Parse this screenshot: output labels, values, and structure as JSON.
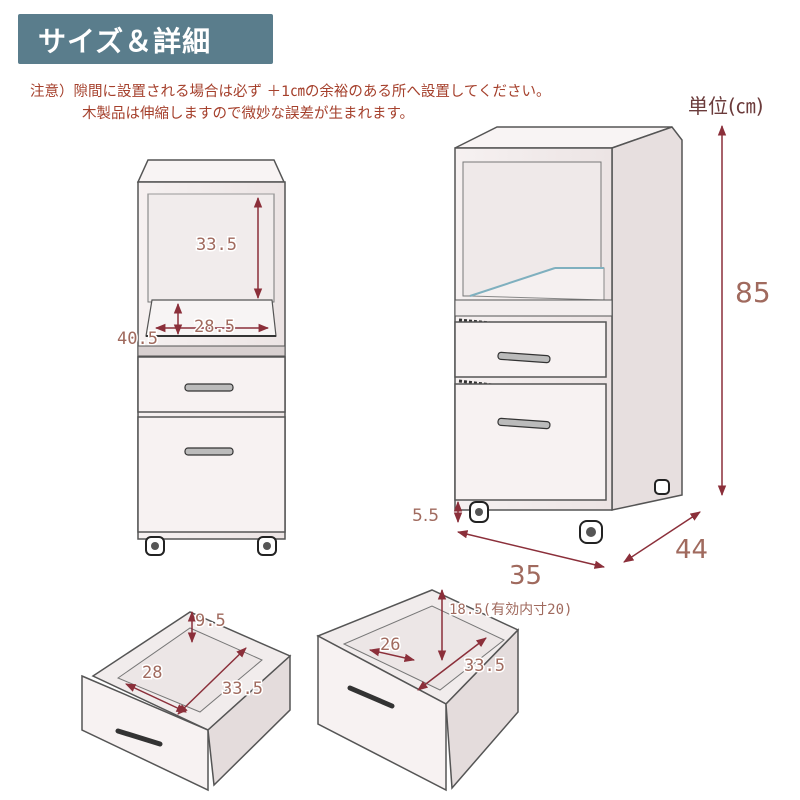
{
  "header": {
    "title": "サイズ＆詳細",
    "bg_color": "#5a7d8c"
  },
  "notes": {
    "line1": "注意）隙間に設置される場合は必ず ＋1㎝の余裕のある所へ設置してください。",
    "line2": "木製品は伸縮しますので微妙な誤差が生まれます。",
    "color": "#a5402c"
  },
  "unit_label": "単位(㎝)",
  "dimensions": {
    "front": {
      "open_height": "33.5",
      "open_width": "28.5",
      "open_depth": "40.5"
    },
    "cabinet": {
      "height": "85",
      "width": "35",
      "depth": "44",
      "caster_height": "5.5"
    },
    "drawer_small": {
      "height": "9.5",
      "width": "28",
      "depth": "33.5"
    },
    "drawer_large": {
      "height": "18.5(有効内寸20)",
      "width": "26",
      "depth": "33.5"
    }
  },
  "colors": {
    "dimension_line": "#8b2f3a",
    "outline": "#555555",
    "wood": "#f3eeee"
  }
}
